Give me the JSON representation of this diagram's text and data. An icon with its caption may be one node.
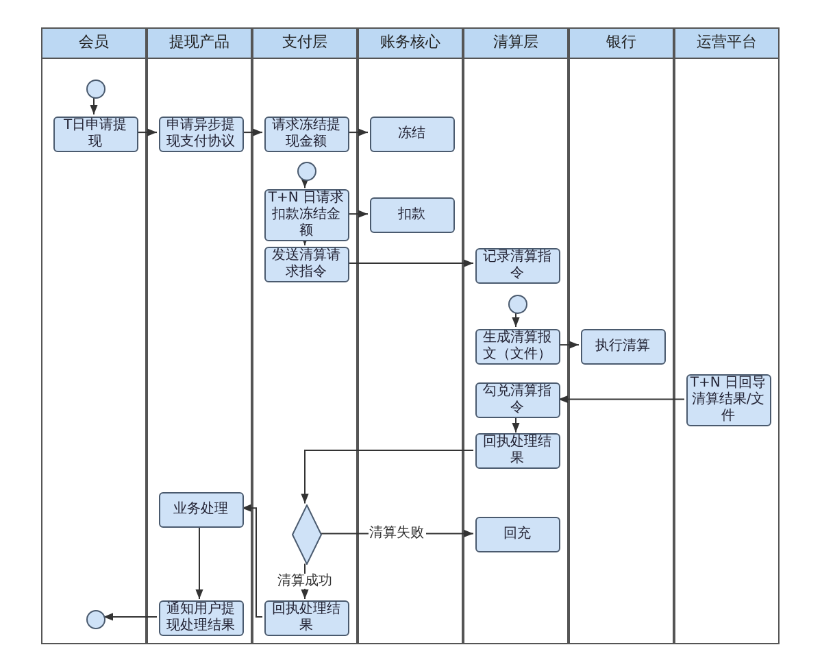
{
  "diagram": {
    "nodes": [
      {
        "text": [
          "会员"
        ]
      },
      {
        "text": [
          "提现产品"
        ]
      },
      {
        "text": [
          "支付层"
        ]
      },
      {
        "text": [
          "账务核心"
        ]
      },
      {
        "text": [
          "清算层"
        ]
      },
      {
        "text": [
          "银行"
        ]
      },
      {
        "text": [
          "运营平台"
        ]
      },
      {
        "text": [],
        "shape": "circle",
        "in": 0
      },
      {
        "text": [
          "T日申请提现"
        ],
        "in": 0
      },
      {
        "text": [
          "申请异步提现支付协议"
        ],
        "in": 1
      },
      {
        "text": [
          "请求冻结提现金额"
        ],
        "in": 2
      },
      {
        "text": [
          "冻结"
        ],
        "in": 3
      },
      {
        "text": [],
        "shape": "circle",
        "in": 2
      },
      {
        "text": [
          "T+N 日请求扣款冻结金额"
        ],
        "in": 2
      },
      {
        "text": [
          "扣款"
        ],
        "in": 3
      },
      {
        "text": [
          "发送清算请求指令"
        ],
        "in": 2
      },
      {
        "text": [
          "记录清算指令"
        ],
        "in": 4
      },
      {
        "text": [],
        "shape": "circle",
        "in": 4
      },
      {
        "text": [
          "生成清算报文（文件）"
        ],
        "in": 4
      },
      {
        "text": [
          "执行清算"
        ],
        "in": 5
      },
      {
        "text": [
          "勾兑清算指令"
        ],
        "in": 4
      },
      {
        "text": [
          "T+N 日回导清算结果/文件"
        ],
        "in": 6
      },
      {
        "text": [
          "回执处理结果"
        ],
        "in": 4
      },
      {
        "text": [
          "业务处理"
        ],
        "in": 1
      },
      {
        "text": [],
        "shape": "diamond",
        "in": 2
      },
      {
        "text": [
          "回充"
        ],
        "in": 4
      },
      {
        "text": [
          "回执处理结果"
        ],
        "in": 2
      },
      {
        "text": [
          "通知用户提现处理结果"
        ],
        "in": 1
      },
      {
        "text": [],
        "shape": "circle",
        "in": 0
      }
    ],
    "edges": [
      {
        "from": 7,
        "to": 8,
        "arrow": "to"
      },
      {
        "from": 8,
        "to": 9,
        "arrow": "to"
      },
      {
        "from": 9,
        "to": 10,
        "arrow": "to"
      },
      {
        "from": 10,
        "to": 11,
        "arrow": "to"
      },
      {
        "from": 12,
        "to": 13,
        "arrow": "to"
      },
      {
        "from": 13,
        "to": 14,
        "arrow": "to"
      },
      {
        "from": 13,
        "to": 15,
        "arrow": "to"
      },
      {
        "from": 15,
        "to": 16,
        "arrow": "to"
      },
      {
        "from": 17,
        "to": 18,
        "arrow": "to"
      },
      {
        "from": 18,
        "to": 19,
        "arrow": "to"
      },
      {
        "from": 21,
        "to": 20,
        "arrow": "to"
      },
      {
        "from": 20,
        "to": 22,
        "arrow": "to"
      },
      {
        "from": 22,
        "to": 24,
        "arrow": "to"
      },
      {
        "from": 24,
        "to": 25,
        "arrow": "to",
        "label": "清算失败"
      },
      {
        "from": 24,
        "to": 26,
        "arrow": "to",
        "label": "清算成功"
      },
      {
        "from": 26,
        "to": 23,
        "arrow": "to"
      },
      {
        "from": 23,
        "to": 27,
        "arrow": "to"
      },
      {
        "from": 27,
        "to": 28,
        "arrow": "to"
      }
    ]
  }
}
